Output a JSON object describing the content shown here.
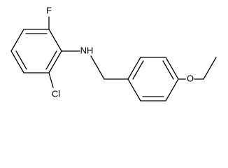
{
  "molecule": {
    "atoms": {
      "fluorine": "F",
      "amine": "NH",
      "chlorine": "Cl",
      "oxygen": "O"
    },
    "colors": {
      "bond": "#000000",
      "label": "#000000",
      "background": "#ffffff"
    }
  }
}
